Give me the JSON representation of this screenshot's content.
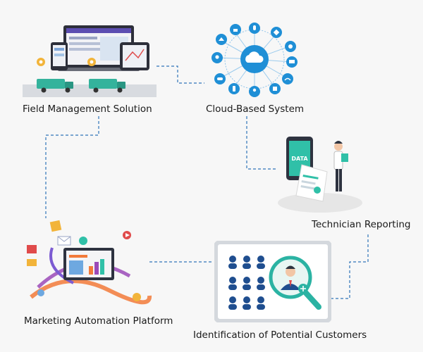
{
  "nodes": {
    "field_management": {
      "label": "Field Management Solution"
    },
    "cloud_system": {
      "label": "Cloud-Based System"
    },
    "technician_reporting": {
      "label": "Technician Reporting",
      "screen_text": "DATA"
    },
    "marketing_automation": {
      "label": "Marketing Automation Platform"
    },
    "potential_customers": {
      "label": "Identification of Potential Customers"
    }
  },
  "colors": {
    "connector": "#2f74b8",
    "cloud_hub": "#1f8fd6",
    "teal_accent": "#2bb3a3",
    "customer_blue": "#1f4e8f",
    "background": "#f7f7f7"
  },
  "icons": [
    "phone-tablet-laptop-icon",
    "delivery-truck-icon",
    "map-pin-icon",
    "cloud-icon",
    "home-icon",
    "microphone-icon",
    "tools-icon",
    "gear-icon",
    "monitor-icon",
    "wifi-icon",
    "stop-icon",
    "person-icon",
    "mobile-icon",
    "gamepad-icon",
    "lightbulb-icon",
    "magnifier-icon",
    "user-icon"
  ]
}
